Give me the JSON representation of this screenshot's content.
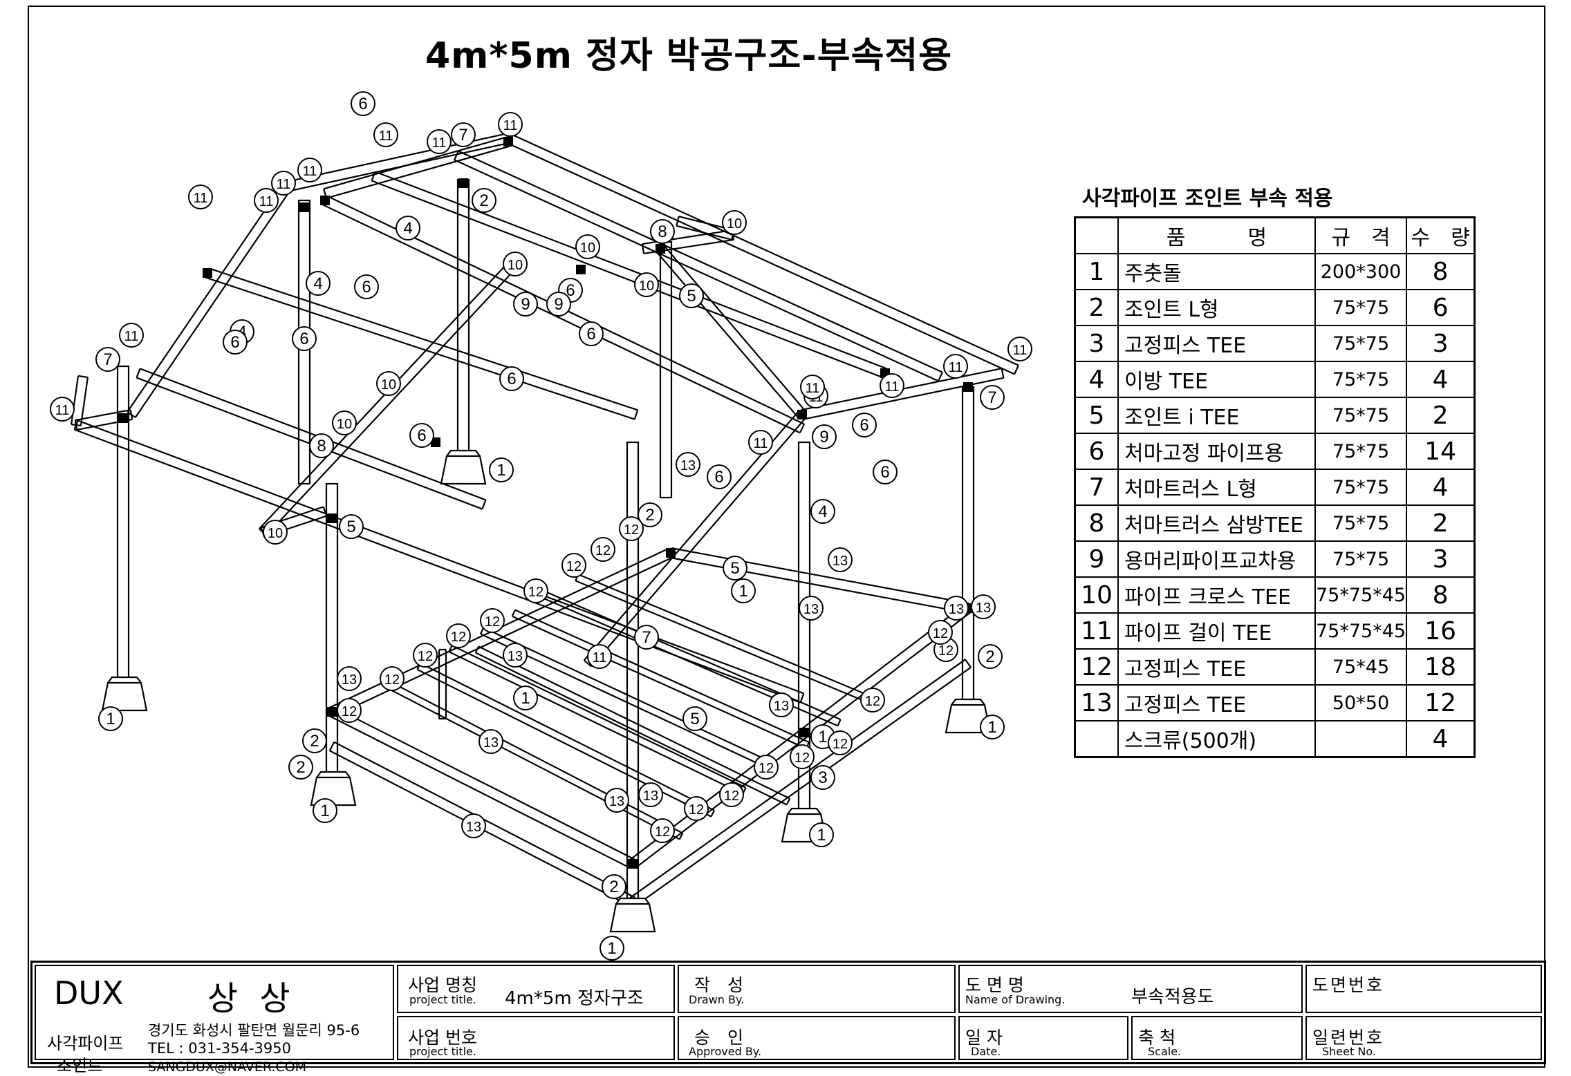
{
  "title": "4m*5m 정자 박공구조-부속적용",
  "parts_table": {
    "title": "사각파이프 조인트 부속 적용",
    "headers": [
      "품　　　명",
      "규　격",
      "수　량"
    ],
    "rows": [
      {
        "no": "1",
        "name": "주춧돌",
        "spec": "200*300",
        "qty": "8"
      },
      {
        "no": "2",
        "name": "조인트 L형",
        "spec": "75*75",
        "qty": "6"
      },
      {
        "no": "3",
        "name": "고정피스 TEE",
        "spec": "75*75",
        "qty": "3"
      },
      {
        "no": "4",
        "name": "이방 TEE",
        "spec": "75*75",
        "qty": "4"
      },
      {
        "no": "5",
        "name": "조인트 i TEE",
        "spec": "75*75",
        "qty": "2"
      },
      {
        "no": "6",
        "name": "처마고정 파이프용",
        "spec": "75*75",
        "qty": "14"
      },
      {
        "no": "7",
        "name": "처마트러스 L형",
        "spec": "75*75",
        "qty": "4"
      },
      {
        "no": "8",
        "name": "처마트러스 삼방TEE",
        "spec": "75*75",
        "qty": "2"
      },
      {
        "no": "9",
        "name": "용머리파이프교차용",
        "spec": "75*75",
        "qty": "3"
      },
      {
        "no": "10",
        "name": "파이프 크로스 TEE",
        "spec": "75*75*45",
        "qty": "8"
      },
      {
        "no": "11",
        "name": "파이프 걸이 TEE",
        "spec": "75*75*45",
        "qty": "16"
      },
      {
        "no": "12",
        "name": "고정피스 TEE",
        "spec": "75*45",
        "qty": "18"
      },
      {
        "no": "13",
        "name": "고정피스 TEE",
        "spec": "50*50",
        "qty": "12"
      },
      {
        "no": "",
        "name": "스크류(500개)",
        "spec": "",
        "qty": "4"
      }
    ]
  },
  "title_block": {
    "company": "DUX",
    "company_kr": "상 상",
    "tagline_1": "사각파이프",
    "tagline_2": "조인트",
    "address": "경기도 화성시 팔탄면 월문리 95-6",
    "tel": "TEL : 031-354-3950",
    "email": "SANGDUX@NAVER.COM",
    "project_name_label": "사업 명칭",
    "project_name_sub": "project title.",
    "project_name_value": "4m*5m 정자구조",
    "drawn_label": "작　성",
    "drawn_sub": "Drawn By.",
    "drawing_name_label": "도 면 명",
    "drawing_name_sub": "Name of Drawing.",
    "drawing_name_value": "부속적용도",
    "drawing_no_label": "도면번호",
    "project_no_label": "사업 번호",
    "project_no_sub": "project title.",
    "approved_label": "승　인",
    "approved_sub": "Approved By.",
    "date_label": "일 자",
    "date_sub": "Date.",
    "scale_label": "축 척",
    "scale_sub": "Scale.",
    "sheet_label": "일련번호",
    "sheet_sub": "Sheet No."
  },
  "callouts": [
    "1",
    "2",
    "3",
    "4",
    "5",
    "6",
    "7",
    "8",
    "9",
    "10",
    "11",
    "12",
    "13"
  ]
}
